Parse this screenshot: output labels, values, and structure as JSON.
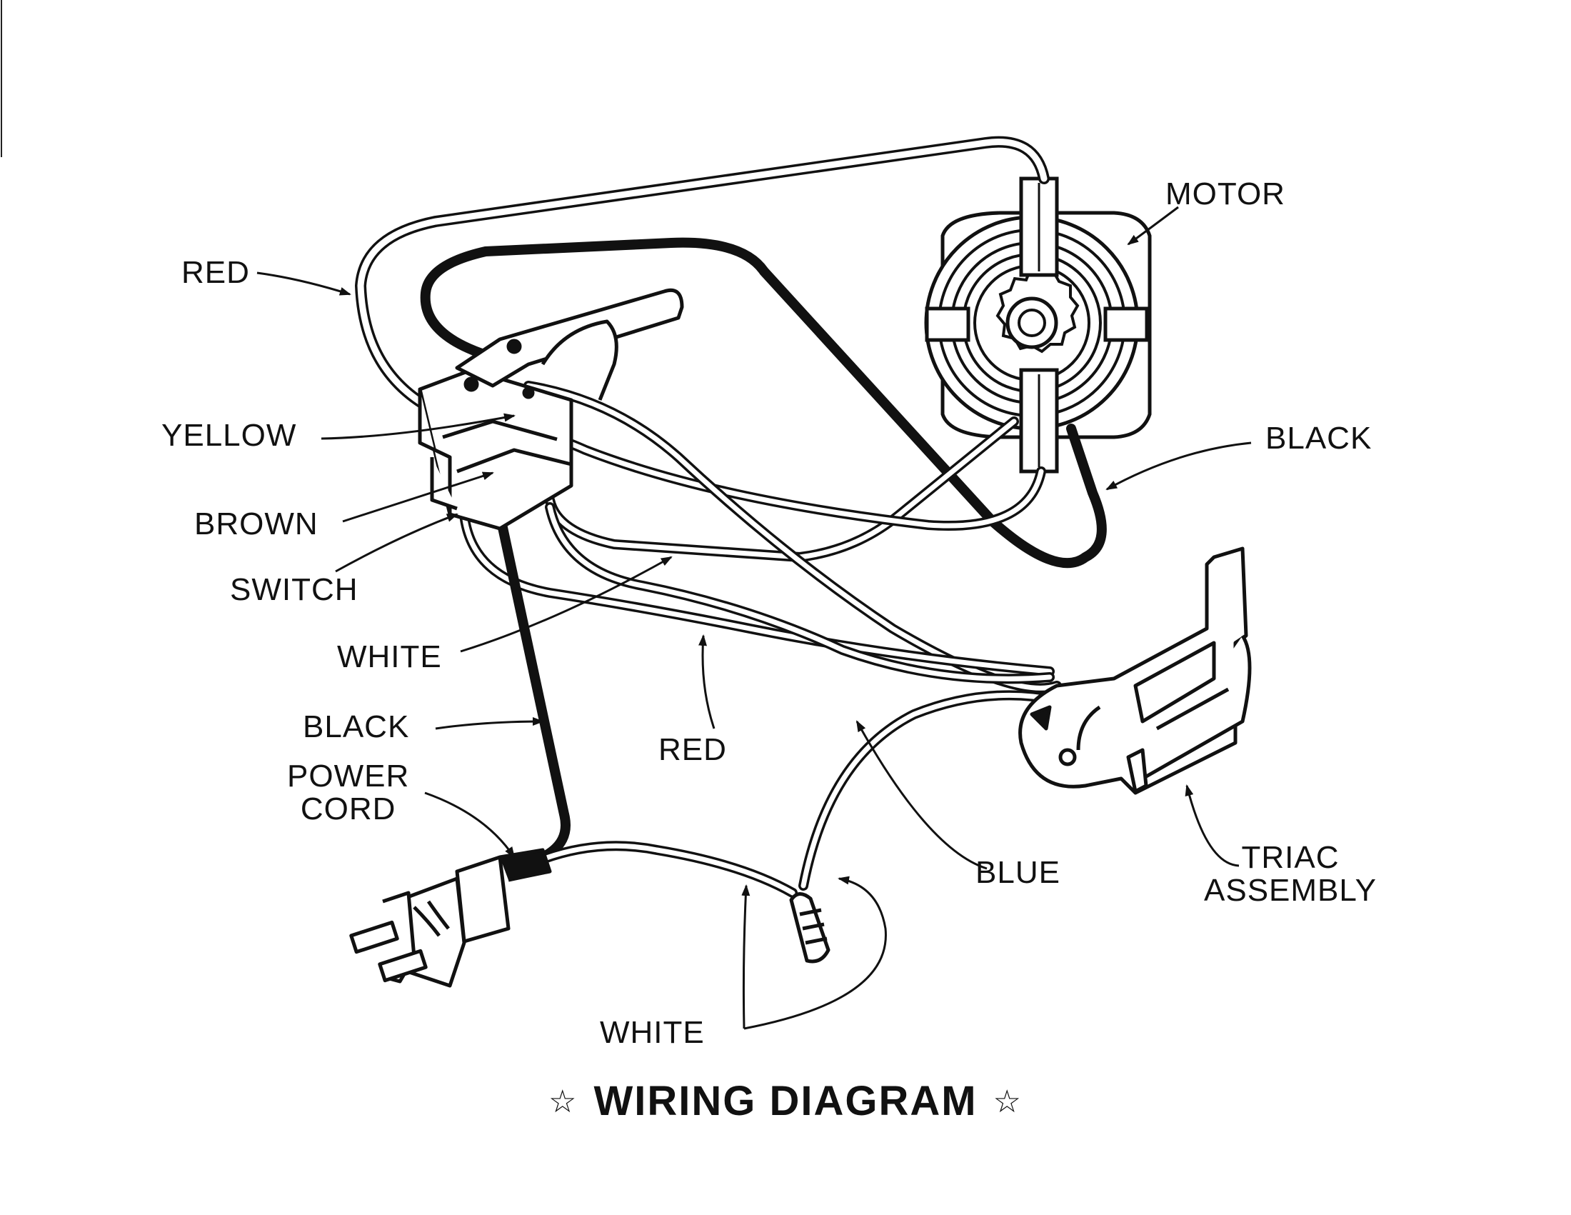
{
  "diagram": {
    "title": "WIRING DIAGRAM",
    "title_mark": "☆",
    "labels": {
      "motor": "MOTOR",
      "red_top": "RED",
      "yellow": "YELLOW",
      "black_right": "BLACK",
      "brown": "BROWN",
      "switch": "SWITCH",
      "white_left": "WHITE",
      "black_left": "BLACK",
      "red_bottom": "RED",
      "power_cord": [
        "POWER",
        "CORD"
      ],
      "blue": "BLUE",
      "triac_assembly": [
        "TRIAC",
        "ASSEMBLY"
      ],
      "white_bottom": "WHITE"
    }
  }
}
